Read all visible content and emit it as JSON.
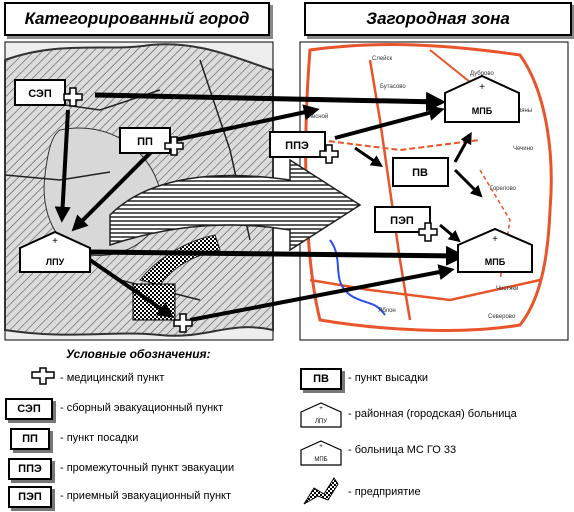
{
  "headers": {
    "city": "Категорированный  город",
    "zone": "Загородная  зона"
  },
  "nodes": {
    "sep": "СЭП",
    "pp": "ПП",
    "ppe": "ППЭ",
    "pv": "ПВ",
    "pep": "ПЭП",
    "lpu": "ЛПУ",
    "mpb_top": "МПБ",
    "mpb_bottom": "МПБ"
  },
  "map_labels": {
    "l1": "Слейск",
    "l2": "Бутасово",
    "l3": "Дуброво",
    "l4": "Новые Поляны",
    "l5": "Лесной",
    "l6": "Горелово",
    "l7": "Чечино",
    "l8": "Чистяки",
    "l9": "Яблон",
    "l10": "Северово"
  },
  "legend": {
    "title": "Условные обозначения:",
    "items": [
      {
        "symbol": "",
        "text": "- медицинский пункт"
      },
      {
        "symbol": "СЭП",
        "text": "- сборный эвакуационный пункт"
      },
      {
        "symbol": "ПП",
        "text": "- пункт посадки"
      },
      {
        "symbol": "ППЭ",
        "text": "- промежуточный пункт эвакуации"
      },
      {
        "symbol": "ПЭП",
        "text": "- приемный эвакуационный пункт"
      },
      {
        "symbol": "ПВ",
        "text": "- пункт высадки"
      },
      {
        "symbol": "ЛПУ",
        "text": "- районная (городская) больница"
      },
      {
        "symbol": "МПБ",
        "text": "- больница МС ГО 33"
      },
      {
        "symbol": "",
        "text": "- предприятие"
      }
    ]
  },
  "colors": {
    "road": "#e8552a",
    "river": "#2a4fe8",
    "hatch": "#555555"
  }
}
